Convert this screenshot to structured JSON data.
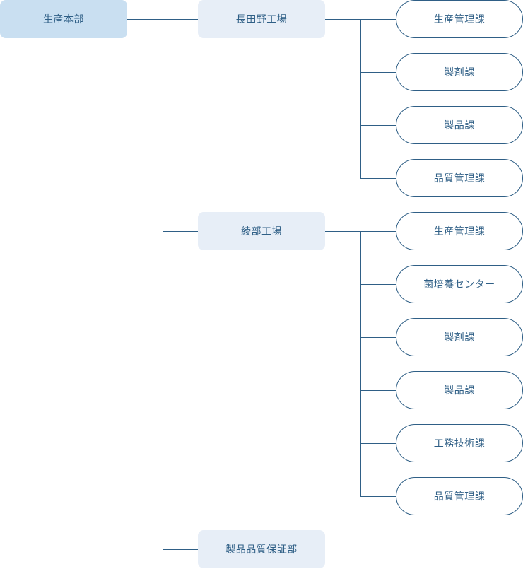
{
  "root": {
    "label": "生産本部"
  },
  "groups": [
    {
      "label": "長田野工場",
      "children": [
        "生産管理課",
        "製剤課",
        "製品課",
        "品質管理課"
      ]
    },
    {
      "label": "綾部工場",
      "children": [
        "生産管理課",
        "菌培養センター",
        "製剤課",
        "製品課",
        "工務技術課",
        "品質管理課"
      ]
    },
    {
      "label": "製品品質保証部",
      "children": []
    }
  ],
  "colors": {
    "line": "#2f5f86",
    "text": "#2f5f86",
    "root_fill": "#c9dff1",
    "group_fill": "#e7eef7",
    "leaf_fill": "#ffffff"
  }
}
